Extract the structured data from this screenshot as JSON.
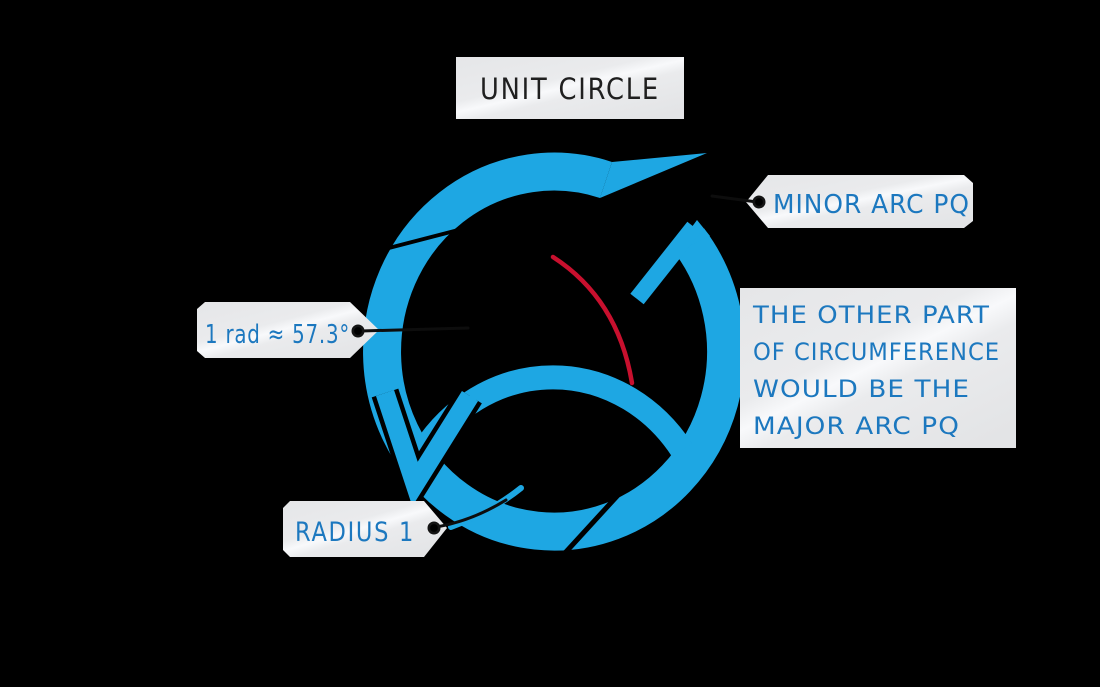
{
  "title_box": {
    "label": "UNIT CIRCLE"
  },
  "tags": {
    "minor_arc": {
      "label": "MINOR ARC PQ"
    },
    "radian": {
      "label": "1 rad ≈ 57.3°"
    },
    "radius": {
      "label": "RADIUS 1"
    }
  },
  "note_box": {
    "lines": [
      "THE OTHER PART",
      "OF CIRCUMFERENCE",
      "WOULD BE THE",
      "MAJOR ARC PQ"
    ]
  },
  "colors": {
    "background": "#000000",
    "circle_blue": "#1EA7E3",
    "angle_red": "#C8102E",
    "label_blue": "#1C78BF",
    "title_text": "#1F1F1F",
    "box_gray": "#EBECED",
    "line_black": "#0D0D0D"
  }
}
